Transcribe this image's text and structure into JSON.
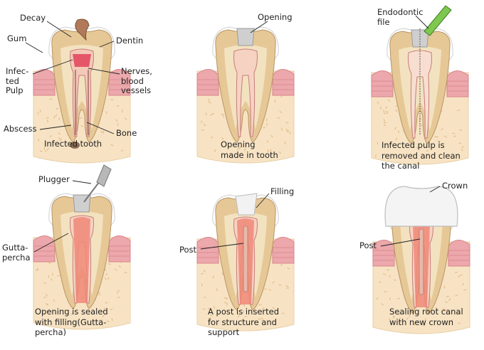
{
  "colors": {
    "bone": "#f7e3c3",
    "bone_speck": "#e2b98a",
    "gum": "#eca8ac",
    "gum_stripe": "#d9848a",
    "dentin": "#e6c896",
    "dentin_inner": "#f3e2c0",
    "pulp_line": "#c77d7d",
    "infection": "#e0435a",
    "abscess": "#8a6a52",
    "enamel": "#ffffff",
    "filling": "#cfcfcf",
    "gutta": "#f08878"
  },
  "panels": [
    {
      "id": "infected",
      "caption": "Infected tooth",
      "labels": [
        {
          "key": "decay",
          "text": "Decay"
        },
        {
          "key": "gum",
          "text": "Gum"
        },
        {
          "key": "dentin",
          "text": "Dentin"
        },
        {
          "key": "pulp",
          "text": "Infec-\nted\nPulp"
        },
        {
          "key": "nerves",
          "text": "Nerves,\nblood\nvessels"
        },
        {
          "key": "abscess",
          "text": "Abscess"
        },
        {
          "key": "bone",
          "text": "Bone"
        }
      ]
    },
    {
      "id": "opening",
      "caption": "Opening\nmade in tooth",
      "labels": [
        {
          "key": "opening",
          "text": "Opening"
        }
      ]
    },
    {
      "id": "file",
      "caption": "Infected pulp is\nremoved and clean\nthe canal",
      "labels": [
        {
          "key": "file",
          "text": "Endodontic\nfile"
        }
      ]
    },
    {
      "id": "sealed",
      "caption": "Opening is sealed\nwith filling(Gutta-\npercha)",
      "labels": [
        {
          "key": "plugger",
          "text": "Plugger"
        },
        {
          "key": "gutta",
          "text": "Gutta-\npercha"
        }
      ]
    },
    {
      "id": "post",
      "caption": "A post is inserted\nfor structure and\nsupport",
      "labels": [
        {
          "key": "filling",
          "text": "Filling"
        },
        {
          "key": "post",
          "text": "Post"
        }
      ]
    },
    {
      "id": "crown",
      "caption": "Sealing root canal\nwith new crown",
      "labels": [
        {
          "key": "crown",
          "text": "Crown"
        },
        {
          "key": "post",
          "text": "Post"
        }
      ]
    }
  ]
}
